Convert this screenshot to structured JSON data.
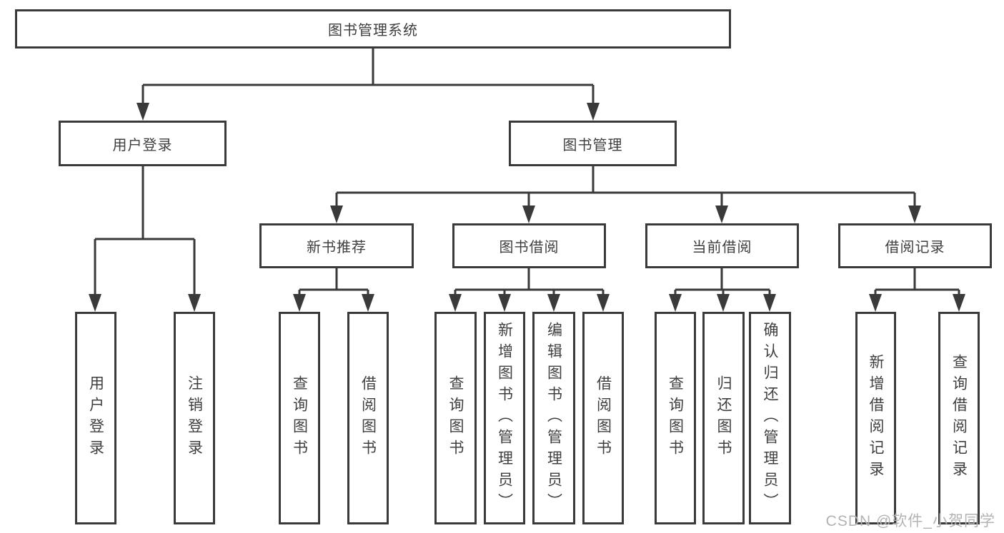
{
  "diagram": {
    "root": {
      "label": "图书管理系统"
    },
    "level2": {
      "user_login": {
        "label": "用户登录"
      },
      "book_mgmt": {
        "label": "图书管理"
      }
    },
    "level3": {
      "new_book_rec": {
        "label": "新书推荐"
      },
      "book_borrow": {
        "label": "图书借阅"
      },
      "current_borrow": {
        "label": "当前借阅"
      },
      "borrow_record": {
        "label": "借阅记录"
      }
    },
    "leaves": {
      "user_login_leaf": {
        "label": "用户登录"
      },
      "logout": {
        "label": "注销登录"
      },
      "rec_query_book": {
        "label": "查询图书"
      },
      "rec_borrow_book": {
        "label": "借阅图书"
      },
      "bb_query_book": {
        "label": "查询图书"
      },
      "bb_add_book": {
        "label": "新增图书（管理员）"
      },
      "bb_edit_book": {
        "label": "编辑图书（管理员）"
      },
      "bb_borrow_book": {
        "label": "借阅图书"
      },
      "cb_query_book": {
        "label": "查询图书"
      },
      "cb_return_book": {
        "label": "归还图书"
      },
      "cb_confirm_return": {
        "label": "确认归还（管理员）"
      },
      "br_add_record": {
        "label": "新增借阅记录"
      },
      "br_query_record": {
        "label": "查询借阅记录"
      }
    }
  },
  "watermark": {
    "text": "CSDN @软件_小贺同学"
  },
  "colors": {
    "line": "#3a3a3a",
    "box_background": "#ffffff",
    "text": "#3f3f3f",
    "watermark": "#b3b3b3"
  }
}
